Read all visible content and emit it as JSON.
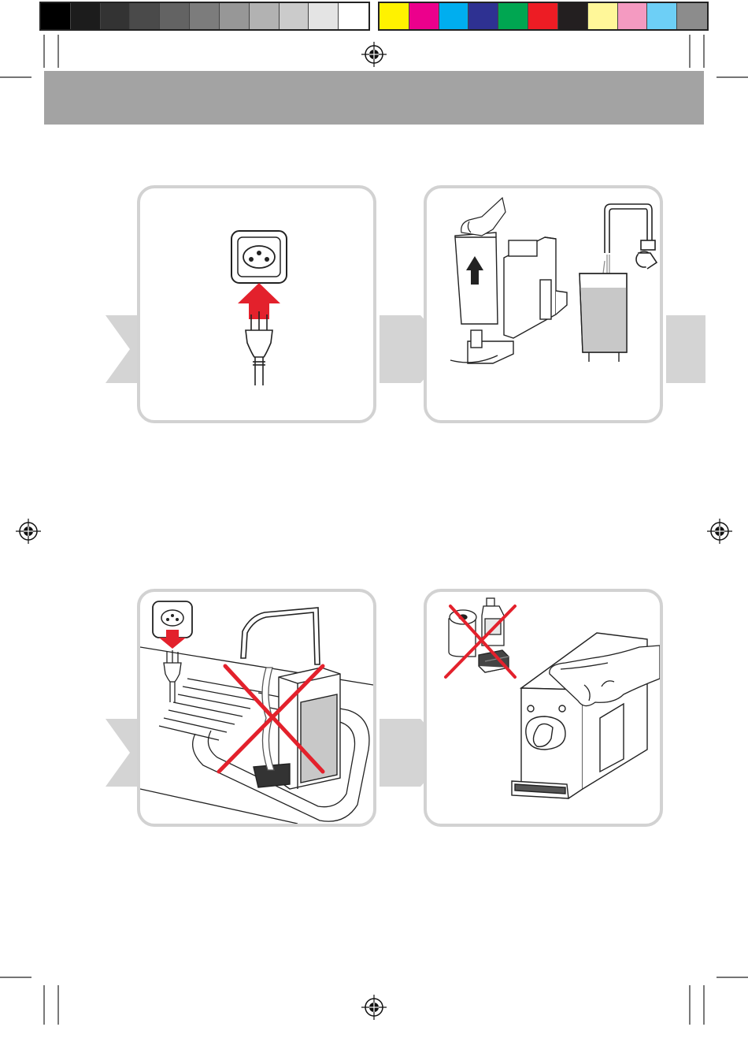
{
  "colors": {
    "header_band": "#a3a3a3",
    "panel_border": "#d2d2d2",
    "chevron": "#d4d4d4",
    "accent_red": "#e3212c",
    "line": "#222222"
  },
  "color_bar": {
    "grays": [
      "#000000",
      "#1c1c1c",
      "#333333",
      "#4a4a4a",
      "#636363",
      "#7c7c7c",
      "#979797",
      "#b2b2b2",
      "#cbcbcb",
      "#e4e4e4",
      "#ffffff"
    ],
    "process": [
      "#fff200",
      "#ec008c",
      "#00aeef",
      "#2e3192",
      "#00a651",
      "#ed1c24",
      "#231f20",
      "#fff799",
      "#f49ac1",
      "#6dcff6",
      "#8c8c8c"
    ]
  },
  "icons": {
    "registration": "registration-mark-icon",
    "socket": "electrical-socket-icon",
    "plug": "three-pin-plug-icon",
    "arrow": "direction-arrow-icon",
    "prohibited": "red-cross-icon"
  },
  "panels": [
    {
      "name": "plug-in-step",
      "depicts": "plug-into-socket"
    },
    {
      "name": "fill-water-tank-step",
      "depicts": "remove-and-fill-water-tank"
    },
    {
      "name": "do-not-rinse-under-tap-step",
      "depicts": "unplug-no-water-immersion"
    },
    {
      "name": "wipe-with-cloth-step",
      "depicts": "no-cleaning-agents-wipe-with-cloth"
    }
  ]
}
